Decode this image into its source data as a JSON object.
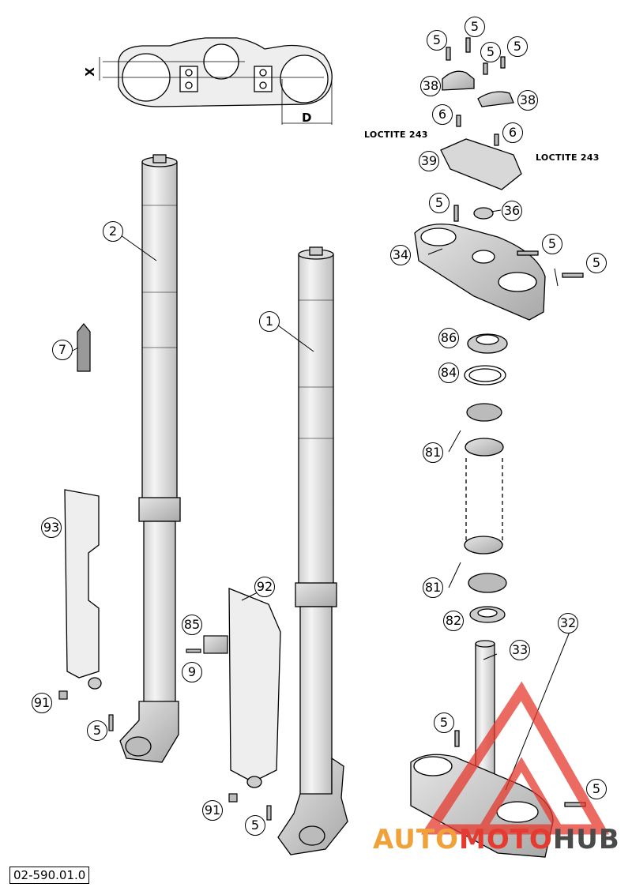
{
  "diagram": {
    "document_number": "02-590.01.0",
    "dimension_labels": {
      "x": "X",
      "d": "D"
    },
    "loctite_label": "LOCTITE 243",
    "callouts": [
      {
        "id": "c5a",
        "label": "5"
      },
      {
        "id": "c5b",
        "label": "5"
      },
      {
        "id": "c5c",
        "label": "5"
      },
      {
        "id": "c5d",
        "label": "5"
      },
      {
        "id": "c38a",
        "label": "38"
      },
      {
        "id": "c38b",
        "label": "38"
      },
      {
        "id": "c6a",
        "label": "6"
      },
      {
        "id": "c6b",
        "label": "6"
      },
      {
        "id": "c39",
        "label": "39"
      },
      {
        "id": "c5e",
        "label": "5"
      },
      {
        "id": "c36",
        "label": "36"
      },
      {
        "id": "c34",
        "label": "34"
      },
      {
        "id": "c5f",
        "label": "5"
      },
      {
        "id": "c5g",
        "label": "5"
      },
      {
        "id": "c2",
        "label": "2"
      },
      {
        "id": "c1",
        "label": "1"
      },
      {
        "id": "c7",
        "label": "7"
      },
      {
        "id": "c86",
        "label": "86"
      },
      {
        "id": "c84",
        "label": "84"
      },
      {
        "id": "c81a",
        "label": "81"
      },
      {
        "id": "c81b",
        "label": "81"
      },
      {
        "id": "c82",
        "label": "82"
      },
      {
        "id": "c93",
        "label": "93"
      },
      {
        "id": "c92",
        "label": "92"
      },
      {
        "id": "c85",
        "label": "85"
      },
      {
        "id": "c9",
        "label": "9"
      },
      {
        "id": "c32",
        "label": "32"
      },
      {
        "id": "c33",
        "label": "33"
      },
      {
        "id": "c91a",
        "label": "91"
      },
      {
        "id": "c5h",
        "label": "5"
      },
      {
        "id": "c5i",
        "label": "5"
      },
      {
        "id": "c91b",
        "label": "91"
      },
      {
        "id": "c5j",
        "label": "5"
      }
    ]
  },
  "watermark": {
    "part1": "AUTO",
    "part2": "MOTO",
    "part3": "HUB"
  }
}
